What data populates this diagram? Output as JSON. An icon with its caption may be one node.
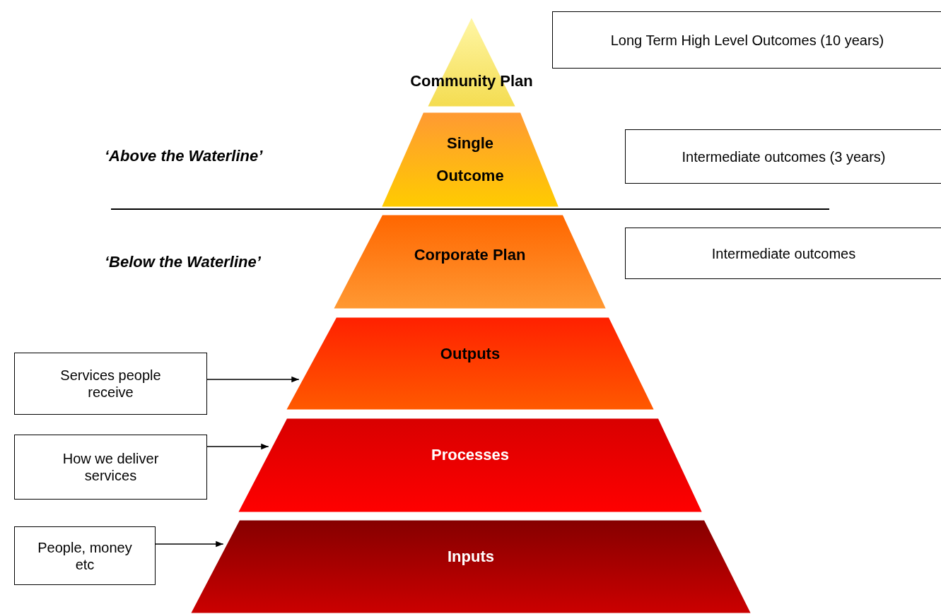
{
  "diagram": {
    "nodes": [
      {
        "text": [
          "Community Plan"
        ]
      },
      {
        "text": [
          "Long Term High Level Outcomes (10 years)"
        ]
      },
      {
        "text": [
          "Single Outcome"
        ]
      },
      {
        "text": [
          "Intermediate outcomes (3 years)"
        ]
      },
      {
        "text": [
          "Corporate Plan"
        ]
      },
      {
        "text": [
          "Intermediate outcomes"
        ]
      },
      {
        "text": [
          "Services people receive"
        ]
      },
      {
        "text": [
          "Outputs"
        ]
      },
      {
        "text": [
          "How we deliver services"
        ]
      },
      {
        "text": [
          "Processes"
        ]
      },
      {
        "text": [
          "People, money etc"
        ]
      },
      {
        "text": [
          "Inputs"
        ]
      }
    ],
    "edges": [
      {
        "from": 6,
        "to": 7,
        "arrow": "to"
      },
      {
        "from": 8,
        "to": 9,
        "arrow": "to"
      },
      {
        "from": 10,
        "to": 11,
        "arrow": "to"
      }
    ],
    "labels": [
      "‘Above the Waterline’",
      "‘Below the Waterline’"
    ]
  }
}
